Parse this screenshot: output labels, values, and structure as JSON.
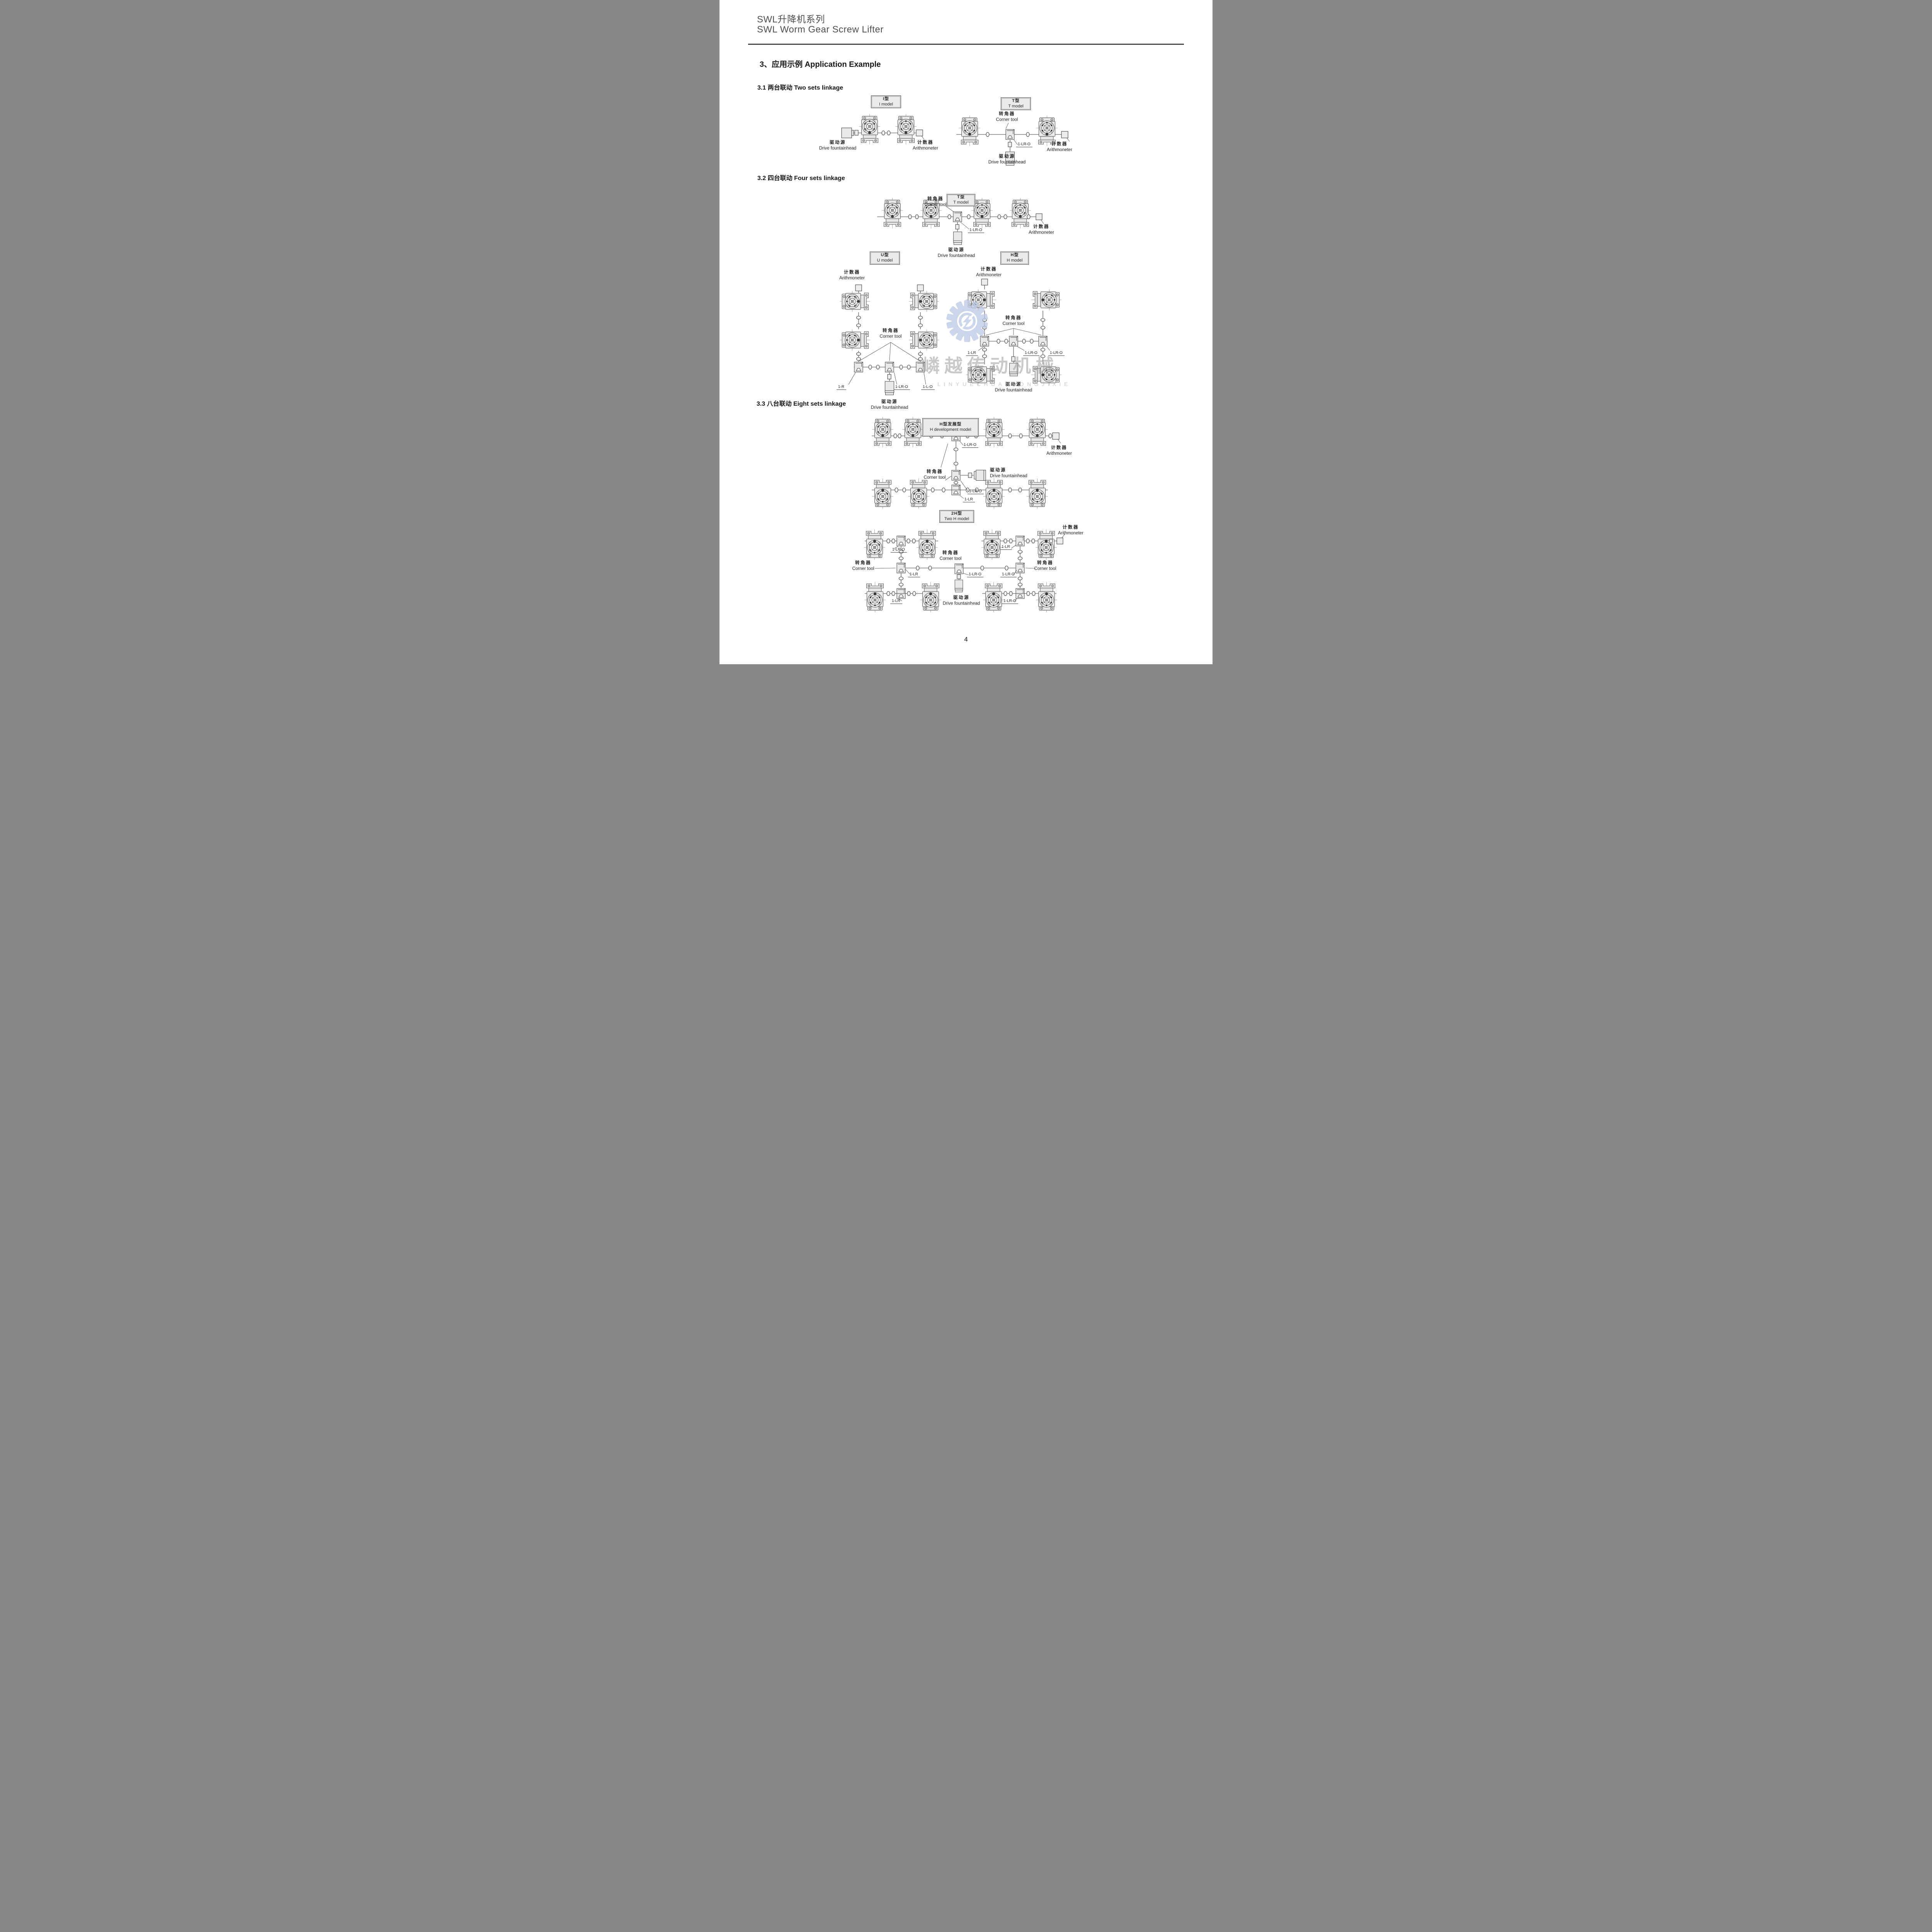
{
  "header": {
    "title_cn": "SWL升降机系列",
    "title_en": "SWL Worm Gear Screw Lifter"
  },
  "sections": {
    "main": "3、应用示例 Application Example",
    "s31": "3.1 两台联动  Two sets linkage",
    "s32": "3.2 四台联动  Four sets linkage",
    "s33": "3.3 八台联动  Eight sets linkage"
  },
  "boxes": {
    "i": {
      "cn": "I型",
      "en": "I model"
    },
    "t": {
      "cn": "T型",
      "en": "T model"
    },
    "u": {
      "cn": "U型",
      "en": "U model"
    },
    "h": {
      "cn": "H型",
      "en": "H model"
    },
    "hdev": {
      "cn": "H型发展型",
      "en": "H development model"
    },
    "twoh": {
      "cn": "2H型",
      "en": "Two H model"
    }
  },
  "callouts": {
    "drive_cn": "驱动源",
    "drive_en": "Drive fountainhead",
    "arith_cn": "计数器",
    "arith_en": "Arithmoneter",
    "corner_cn": "转角器",
    "corner_en": "Corner tool"
  },
  "refs": {
    "lr": "1-LR",
    "lro": "1-LR-O",
    "r": "1-R",
    "lo": "1-L-O"
  },
  "watermark": {
    "cn": "嶙越传动机械",
    "latin": "LINYUECHUANDONGJIXIE"
  },
  "footer": {
    "page": "4"
  }
}
